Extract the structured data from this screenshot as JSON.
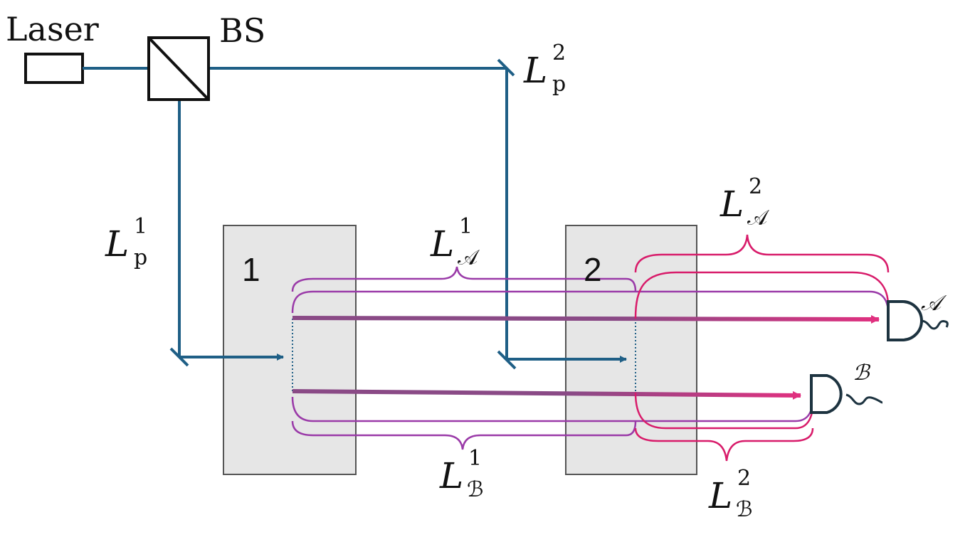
{
  "labels": {
    "laser": "Laser",
    "bs": "BS",
    "lp2": {
      "base": "L",
      "sup": "2",
      "sub": "p"
    },
    "lp1": {
      "base": "L",
      "sup": "1",
      "sub": "p"
    },
    "la1": {
      "base": "L",
      "sup": "1",
      "sub": "𝒜"
    },
    "la2": {
      "base": "L",
      "sup": "2",
      "sub": "𝒜"
    },
    "lb1": {
      "base": "L",
      "sup": "1",
      "sub": "ℬ"
    },
    "lb2": {
      "base": "L",
      "sup": "2",
      "sub": "ℬ"
    },
    "crystal1": "1",
    "crystal2": "2",
    "detA": "𝒜",
    "detB": "ℬ"
  },
  "colors": {
    "pump": "#1f5f86",
    "photon_purple": "#8a4a86",
    "photon_pink": "#e0307f",
    "bracket_purple": "#9a3aa8",
    "bracket_pink": "#d81b6a",
    "crystal_fill": "#e6e6e6",
    "detector": "#1d3340"
  }
}
